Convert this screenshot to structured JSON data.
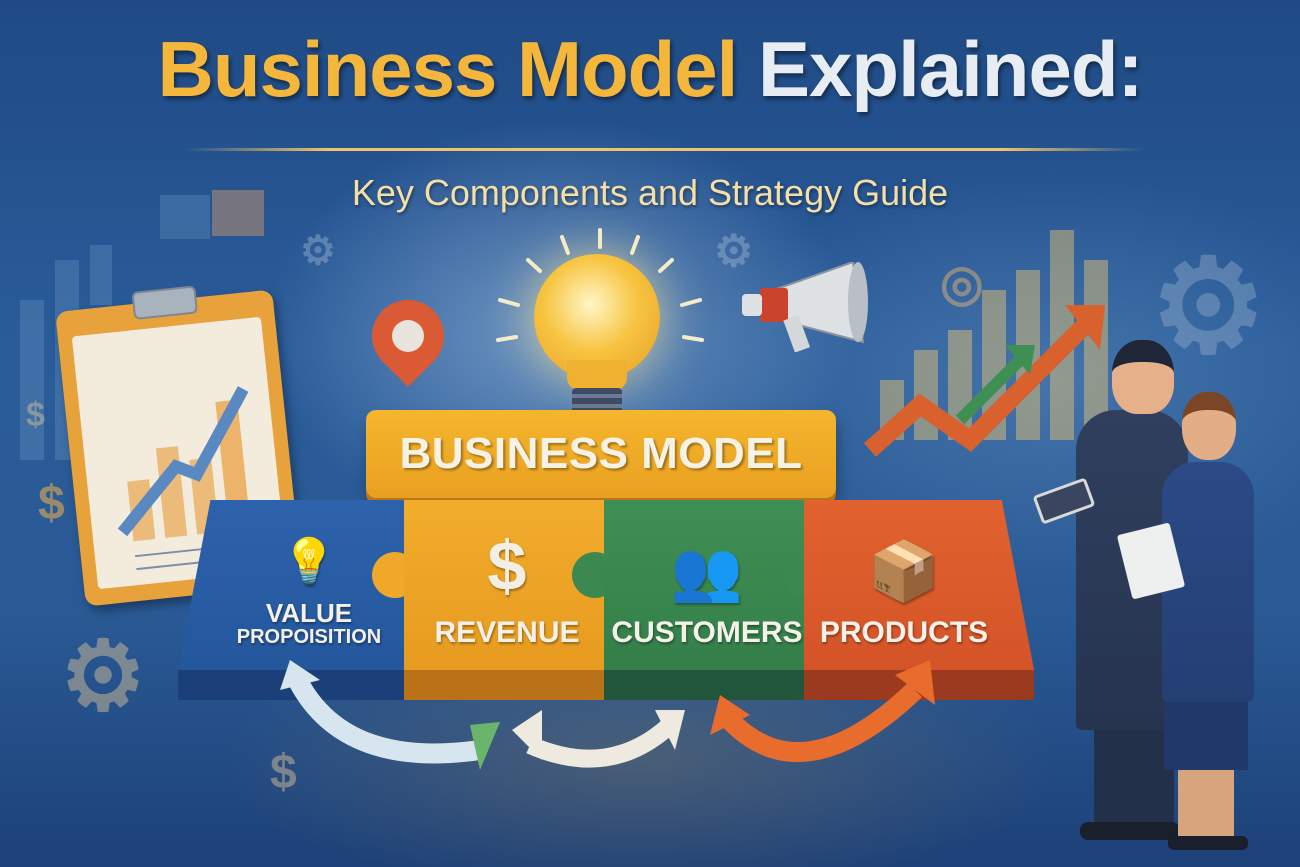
{
  "title": {
    "part1": "Business Model",
    "part2": "Explained:",
    "subtitle": "Key Components and Strategy Guide"
  },
  "center": {
    "top_block_label": "BUSINESS MODEL"
  },
  "pieces": [
    {
      "label_line1": "VALUE",
      "label_line2": "PROPOISITION",
      "icon": "lightbulb-icon",
      "glyph": "💡",
      "color": "#2d62ac"
    },
    {
      "label_line1": "REVENUE",
      "icon": "dollar-icon",
      "glyph": "$",
      "color": "#f2ac2c"
    },
    {
      "label_line1": "CUSTOMERS",
      "icon": "people-icon",
      "glyph": "👥",
      "color": "#3f8f55"
    },
    {
      "label_line1": "PRODUCTS",
      "icon": "box-icon",
      "glyph": "📦",
      "color": "#e1622f"
    }
  ],
  "decor": {
    "dollar_glyph": "$",
    "gear_glyph": "⚙",
    "arrow_left": "↶",
    "arrow_right": "↷",
    "target_glyph": "◎"
  },
  "colors": {
    "title_gold": "#f5b63c",
    "title_white": "#e8ecf3",
    "background": "#2a5c9a"
  }
}
